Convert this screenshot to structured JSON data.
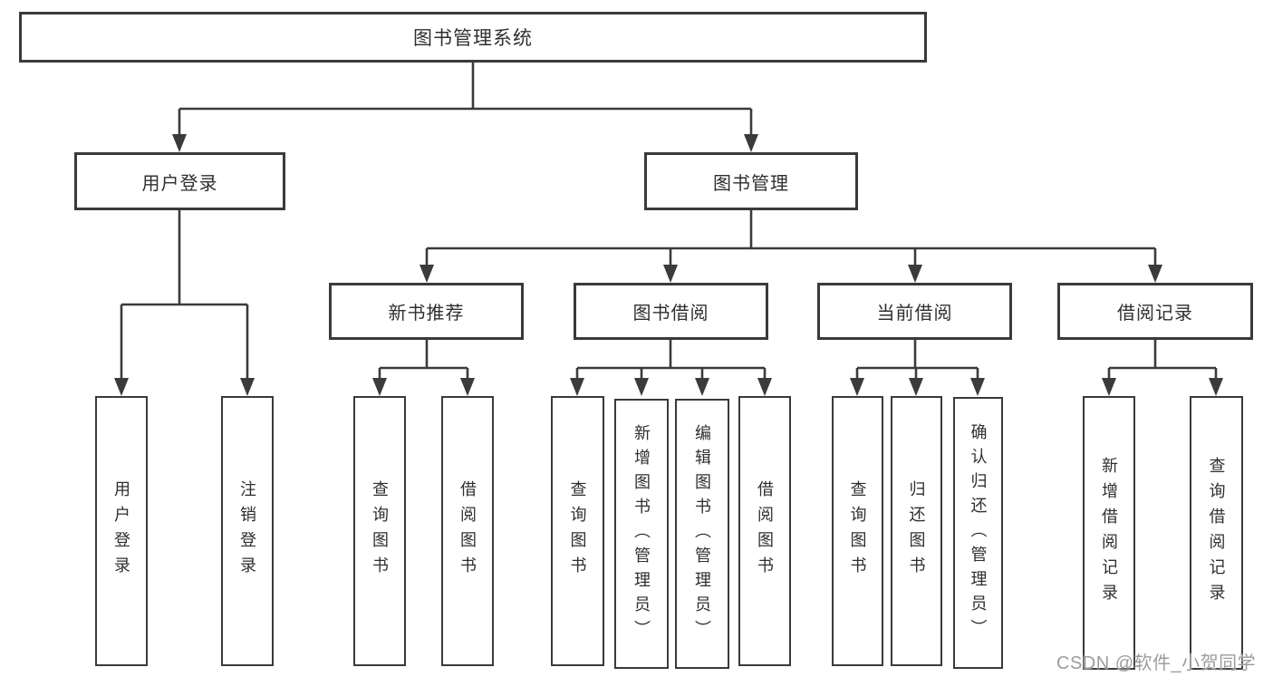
{
  "nodes": {
    "root": "图书管理系统",
    "user_login_branch": "用户登录",
    "book_mgmt": "图书管理",
    "new_book_rec": "新书推荐",
    "book_borrow": "图书借阅",
    "current_borrow": "当前借阅",
    "borrow_record": "借阅记录",
    "leaf_user_login": "用户登录",
    "leaf_logout": "注销登录",
    "leaf_nb_query_book": "查询图书",
    "leaf_nb_borrow_book": "借阅图书",
    "leaf_bb_query_book": "查询图书",
    "leaf_bb_add_book": "新增图书（管理员）",
    "leaf_bb_edit_book": "编辑图书（管理员）",
    "leaf_bb_borrow_book": "借阅图书",
    "leaf_cb_query_book": "查询图书",
    "leaf_cb_return_book": "归还图书",
    "leaf_cb_confirm_return": "确认归还（管理员）",
    "leaf_br_add_record": "新增借阅记录",
    "leaf_br_query_record": "查询借阅记录"
  },
  "watermark": {
    "text": "CSDN @软件_小贺同学",
    "color": "#9c9c9c"
  },
  "colors": {
    "line": "#3b3b3b",
    "box_border": "#3a3a3a",
    "text": "#2f2f2f",
    "background": "#ffffff"
  }
}
